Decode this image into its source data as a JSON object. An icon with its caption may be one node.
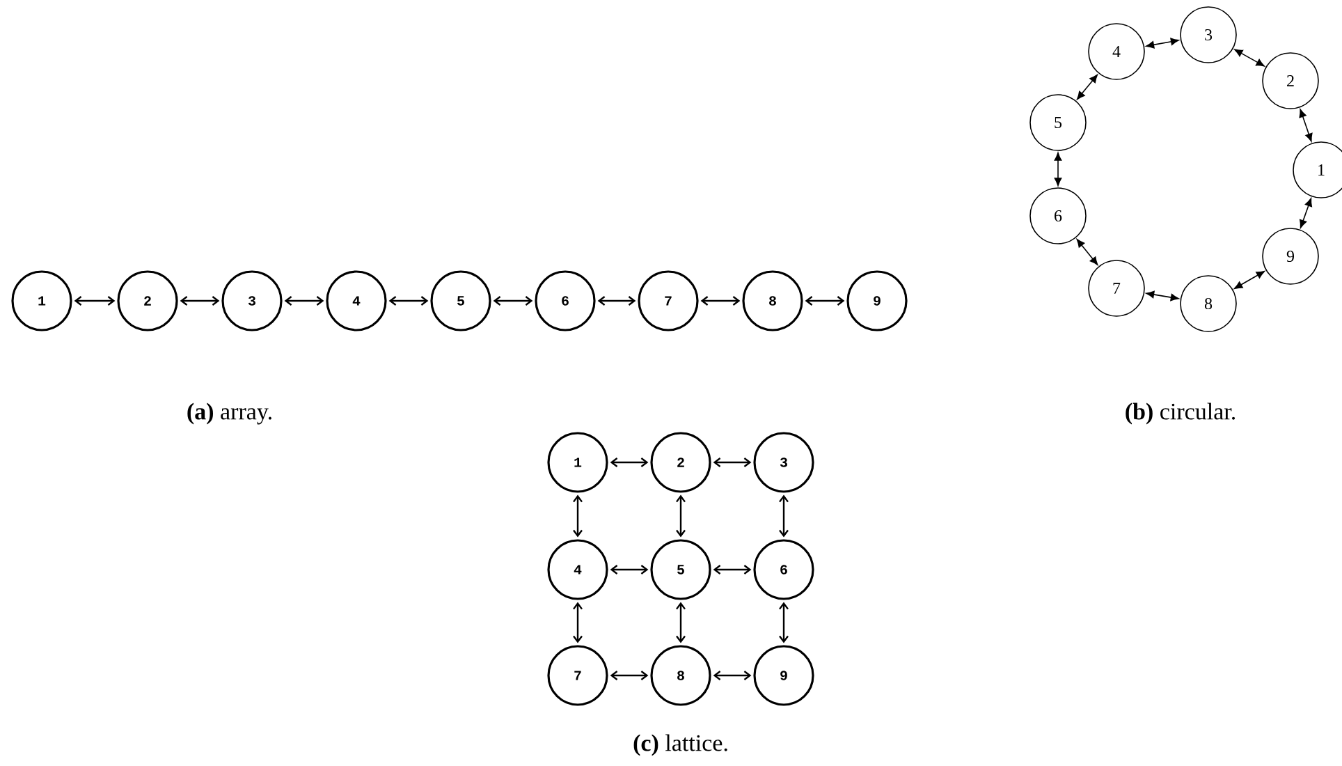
{
  "diagram": {
    "nodes": [
      {
        "text": [
          "1"
        ]
      },
      {
        "text": [
          "2"
        ]
      },
      {
        "text": [
          "3"
        ]
      },
      {
        "text": [
          "4"
        ]
      },
      {
        "text": [
          "5"
        ]
      },
      {
        "text": [
          "6"
        ]
      },
      {
        "text": [
          "7"
        ]
      },
      {
        "text": [
          "8"
        ]
      },
      {
        "text": [
          "9"
        ]
      },
      {
        "text": [
          "1"
        ]
      },
      {
        "text": [
          "2"
        ]
      },
      {
        "text": [
          "3"
        ]
      },
      {
        "text": [
          "4"
        ]
      },
      {
        "text": [
          "5"
        ]
      },
      {
        "text": [
          "6"
        ]
      },
      {
        "text": [
          "7"
        ]
      },
      {
        "text": [
          "8"
        ]
      },
      {
        "text": [
          "9"
        ]
      },
      {
        "text": [
          "1"
        ]
      },
      {
        "text": [
          "2"
        ]
      },
      {
        "text": [
          "3"
        ]
      },
      {
        "text": [
          "4"
        ]
      },
      {
        "text": [
          "5"
        ]
      },
      {
        "text": [
          "6"
        ]
      },
      {
        "text": [
          "7"
        ]
      },
      {
        "text": [
          "8"
        ]
      },
      {
        "text": [
          "9"
        ]
      }
    ],
    "edges": [
      {
        "from": 0,
        "to": 1,
        "arrow": "both"
      },
      {
        "from": 1,
        "to": 2,
        "arrow": "both"
      },
      {
        "from": 2,
        "to": 3,
        "arrow": "both"
      },
      {
        "from": 3,
        "to": 4,
        "arrow": "both"
      },
      {
        "from": 4,
        "to": 5,
        "arrow": "both"
      },
      {
        "from": 5,
        "to": 6,
        "arrow": "both"
      },
      {
        "from": 6,
        "to": 7,
        "arrow": "both"
      },
      {
        "from": 7,
        "to": 8,
        "arrow": "both"
      },
      {
        "from": 9,
        "to": 10,
        "arrow": "both"
      },
      {
        "from": 10,
        "to": 11,
        "arrow": "both"
      },
      {
        "from": 11,
        "to": 12,
        "arrow": "both"
      },
      {
        "from": 12,
        "to": 13,
        "arrow": "both"
      },
      {
        "from": 13,
        "to": 14,
        "arrow": "both"
      },
      {
        "from": 14,
        "to": 15,
        "arrow": "both"
      },
      {
        "from": 15,
        "to": 16,
        "arrow": "both"
      },
      {
        "from": 16,
        "to": 17,
        "arrow": "both"
      },
      {
        "from": 17,
        "to": 9,
        "arrow": "both"
      },
      {
        "from": 18,
        "to": 19,
        "arrow": "both"
      },
      {
        "from": 19,
        "to": 20,
        "arrow": "both"
      },
      {
        "from": 21,
        "to": 22,
        "arrow": "both"
      },
      {
        "from": 22,
        "to": 23,
        "arrow": "both"
      },
      {
        "from": 24,
        "to": 25,
        "arrow": "both"
      },
      {
        "from": 25,
        "to": 26,
        "arrow": "both"
      },
      {
        "from": 18,
        "to": 21,
        "arrow": "both"
      },
      {
        "from": 21,
        "to": 24,
        "arrow": "both"
      },
      {
        "from": 19,
        "to": 22,
        "arrow": "both"
      },
      {
        "from": 22,
        "to": 25,
        "arrow": "both"
      },
      {
        "from": 20,
        "to": 23,
        "arrow": "both"
      },
      {
        "from": 23,
        "to": 26,
        "arrow": "both"
      }
    ],
    "labels": [
      "**(a)** array.",
      "**(b)** circular.",
      "**(c)** lattice."
    ]
  }
}
